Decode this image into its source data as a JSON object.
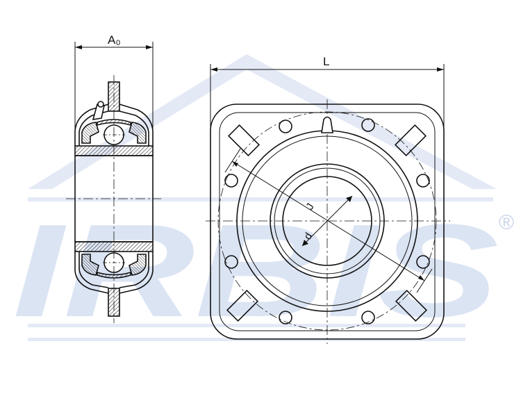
{
  "labels": {
    "width_dim": "A",
    "width_dim_sub": "0",
    "length_dim": "L",
    "bore_dim": "d",
    "pcd_dim": "J"
  },
  "watermark": {
    "brand": "IRBIS",
    "registered": "®",
    "color": "#dbe4f3"
  },
  "colors": {
    "line": "#111111",
    "hatch": "#333333",
    "background": "#ffffff"
  }
}
